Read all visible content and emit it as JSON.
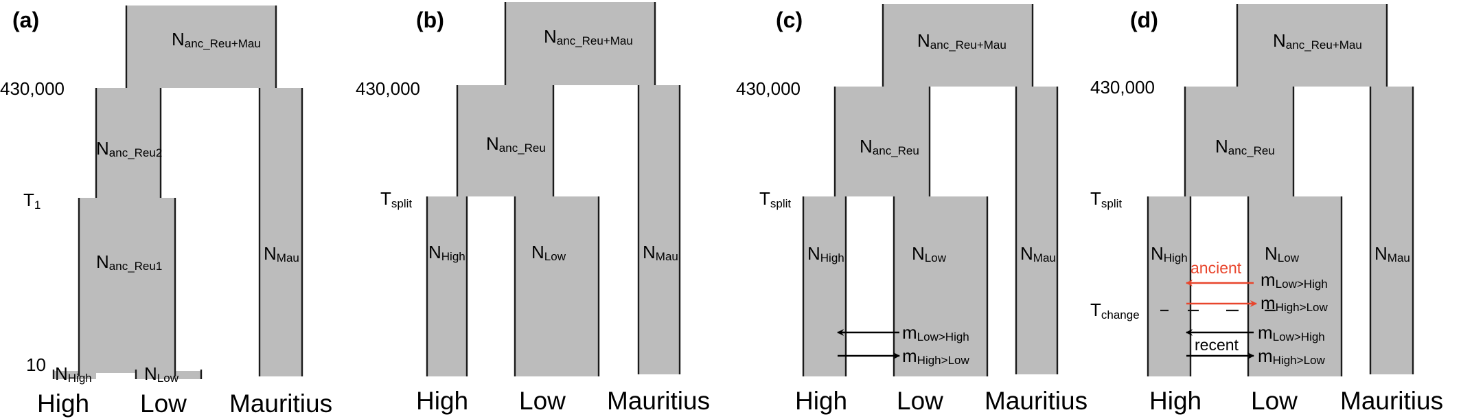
{
  "panels": {
    "a": {
      "label": "(a)",
      "time_top": "430,000",
      "time_mid": "T1",
      "time_bottom": "10",
      "anc_top": "Nanc_Reu+Mau",
      "anc_mid": "Nanc_Reu2",
      "anc_low": "Nanc_Reu1",
      "pop_high": "NHigh",
      "pop_low": "NLow",
      "pop_mau": "NMau",
      "x_high": "High",
      "x_low": "Low",
      "x_mau": "Mauritius"
    },
    "b": {
      "label": "(b)",
      "time_top": "430,000",
      "time_split": "Tsplit",
      "anc_top": "Nanc_Reu+Mau",
      "anc_reu": "Nanc_Reu",
      "pop_high": "NHigh",
      "pop_low": "NLow",
      "pop_mau": "NMau",
      "x_high": "High",
      "x_low": "Low",
      "x_mau": "Mauritius"
    },
    "c": {
      "label": "(c)",
      "time_top": "430,000",
      "time_split": "Tsplit",
      "anc_top": "Nanc_Reu+Mau",
      "anc_reu": "Nanc_Reu",
      "pop_high": "NHigh",
      "pop_low": "NLow",
      "pop_mau": "NMau",
      "mig_low_high": "mLow>High",
      "mig_high_low": "mHigh>Low",
      "x_high": "High",
      "x_low": "Low",
      "x_mau": "Mauritius"
    },
    "d": {
      "label": "(d)",
      "time_top": "430,000",
      "time_split": "Tsplit",
      "time_change": "Tchange",
      "anc_top": "Nanc_Reu+Mau",
      "anc_reu": "Nanc_Reu",
      "pop_high": "NHigh",
      "pop_low": "NLow",
      "pop_mau": "NMau",
      "ancient": "ancient",
      "recent": "recent",
      "mig_low_high_ancient": "mLow>High",
      "mig_high_low_ancient": "mHigh>Low",
      "mig_low_high_recent": "mLow>High",
      "mig_high_low_recent": "mHigh>Low",
      "x_high": "High",
      "x_low": "Low",
      "x_mau": "Mauritius"
    }
  },
  "colors": {
    "block": "#bcbcbc",
    "edge": "#1a1a1a",
    "ancient_arrow": "#e8452c",
    "recent_arrow": "#000000"
  }
}
